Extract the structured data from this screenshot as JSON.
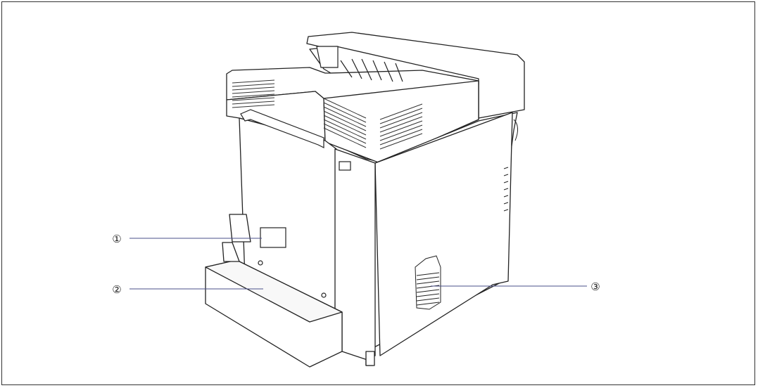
{
  "diagram": {
    "colors": {
      "outline": "#222222",
      "leader": "#4a4f8a",
      "body": "#ffffff"
    },
    "callouts": [
      {
        "id": "1",
        "label": "①"
      },
      {
        "id": "2",
        "label": "②"
      },
      {
        "id": "3",
        "label": "③"
      }
    ]
  }
}
